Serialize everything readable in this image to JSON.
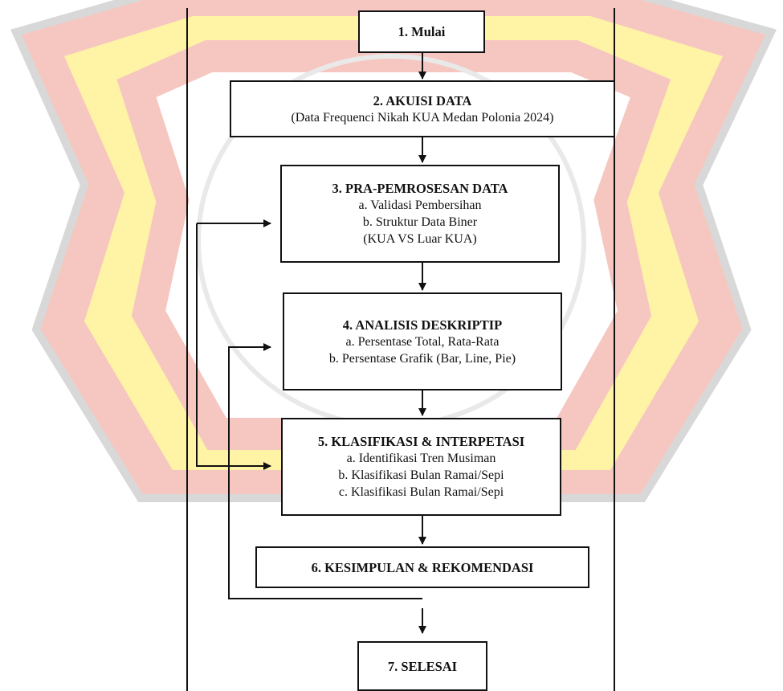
{
  "colors": {
    "watermark_red": "#f6c7c0",
    "watermark_yellow": "#fff3a6",
    "watermark_gray": "#d8d8d8",
    "stroke": "#111111"
  },
  "nodes": {
    "start": {
      "title": "1. Mulai"
    },
    "acquisition": {
      "title": "2. AKUISI DATA",
      "lines": [
        "(Data Frequenci Nikah KUA Medan Polonia 2024)"
      ]
    },
    "preprocessing": {
      "title": "3. PRA-PEMROSESAN DATA",
      "lines": [
        "a. Validasi Pembersihan",
        "b. Struktur Data Biner",
        "(KUA VS Luar KUA)"
      ]
    },
    "descriptive": {
      "title": "4. ANALISIS DESKRIPTIP",
      "lines": [
        "a. Persentase Total, Rata-Rata",
        "b. Persentase Grafik (Bar, Line, Pie)"
      ]
    },
    "classification": {
      "title": "5. KLASIFIKASI & INTERPETASI",
      "lines": [
        "a. Identifikasi Tren Musiman",
        "b. Klasifikasi Bulan Ramai/Sepi",
        "c. Klasifikasi Bulan Ramai/Sepi"
      ]
    },
    "conclusion": {
      "title": "6. KESIMPULAN & REKOMENDASI"
    },
    "finish": {
      "title": "7. SELESAI"
    }
  }
}
